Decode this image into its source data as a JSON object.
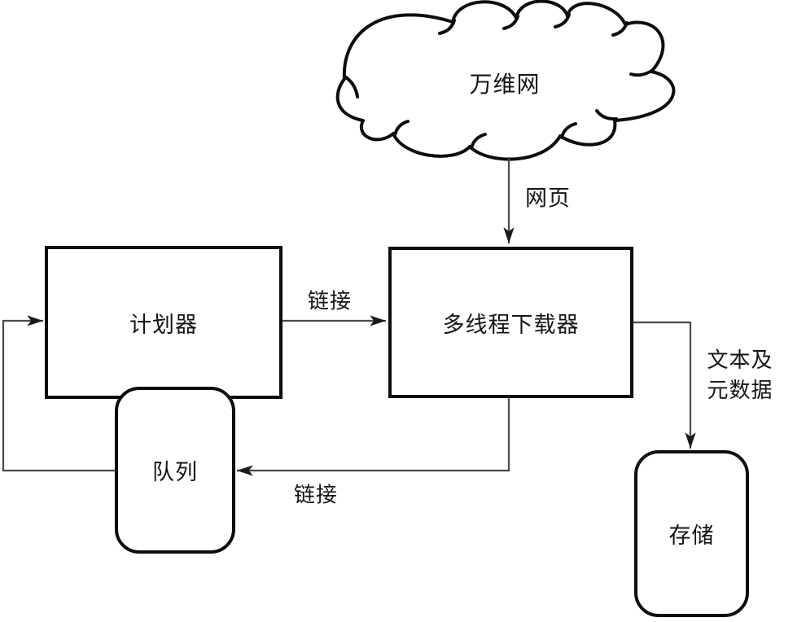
{
  "diagram": {
    "background_color": "#ffffff",
    "node_border_color": "#0d0d0d",
    "connector_color": "#4a4a4a",
    "arrowhead_color": "#1a1a1a",
    "text_color": "#151515",
    "nodes": {
      "web": {
        "label": "万维网",
        "shape": "cloud"
      },
      "scheduler": {
        "label": "计划器",
        "shape": "rectangle"
      },
      "downloader": {
        "label": "多线程下载器",
        "shape": "rectangle"
      },
      "queue": {
        "label": "队列",
        "shape": "rounded-rectangle"
      },
      "storage": {
        "label": "存储",
        "shape": "rounded-rectangle"
      }
    },
    "edges": {
      "web_to_downloader": {
        "from": "web",
        "to": "downloader",
        "label": "网页"
      },
      "scheduler_to_downloader": {
        "from": "scheduler",
        "to": "downloader",
        "label": "链接"
      },
      "downloader_to_queue": {
        "from": "downloader",
        "to": "queue",
        "label": "链接"
      },
      "queue_to_scheduler": {
        "from": "queue",
        "to": "scheduler",
        "label": ""
      },
      "downloader_to_storage": {
        "from": "downloader",
        "to": "storage",
        "label_lines": [
          "文本及",
          "元数据"
        ]
      }
    }
  }
}
